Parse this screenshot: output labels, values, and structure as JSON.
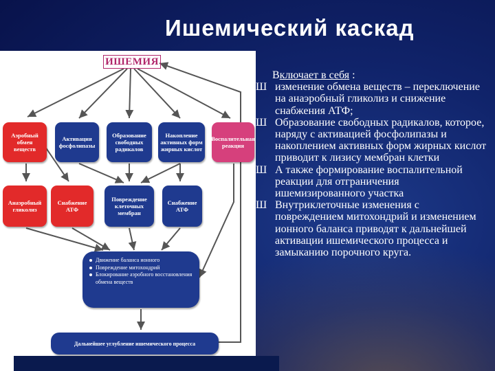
{
  "slide": {
    "title": "Ишемический каскад"
  },
  "diagram": {
    "root": "ИШЕМИЯ",
    "row1": [
      {
        "text": "Аэробный\nобмен\nвеществ",
        "color": "#e22a2a"
      },
      {
        "text": "Активация\nфосфолипазы",
        "color": "#1f3a8f"
      },
      {
        "text": "Образование\nсвободных\nрадикалов",
        "color": "#1f3a8f"
      },
      {
        "text": "Накопление\nактивных форм\nжирных кислот",
        "color": "#1f3a8f"
      },
      {
        "text": "Воспалительная\nреакция",
        "color": "#d6407c"
      }
    ],
    "row2": [
      {
        "text": "Анаэробный\nгликолиз",
        "color": "#e22a2a"
      },
      {
        "text": "Снабжение\nАТФ",
        "color": "#e22a2a"
      },
      {
        "text": "Повреждение\nклеточных\nмембран",
        "color": "#1f3a8f"
      },
      {
        "text": "Снабжение\nАТФ",
        "color": "#1f3a8f"
      }
    ],
    "effects": [
      "Движение баланса ионного",
      "Повреждение митохондрий",
      "Блокирование аэробного восстановления обмена веществ"
    ],
    "final": "Дальнейшее углубление ишемического процесса"
  },
  "text": {
    "intro_prefix": "В",
    "intro_underlined": "ключает в себя",
    "intro_suffix": " :",
    "bullet_marker": "Ш",
    "bullets": [
      "изменение обмена веществ – переключение на анаэробный гликолиз и снижение снабжения АТФ;",
      "Образование свободных радикалов, которое, наряду с активацией фосфолипазы и накоплением активных форм жирных кислот приводит к лизису мембран клетки",
      "А также формирование воспалительной реакции для отграничения ишемизированного участка",
      "Внутриклеточные изменения с повреждением митохондрий и изменением ионного баланса приводят к дальнейшей активации ишемического процесса и замыканию порочного круга."
    ]
  }
}
